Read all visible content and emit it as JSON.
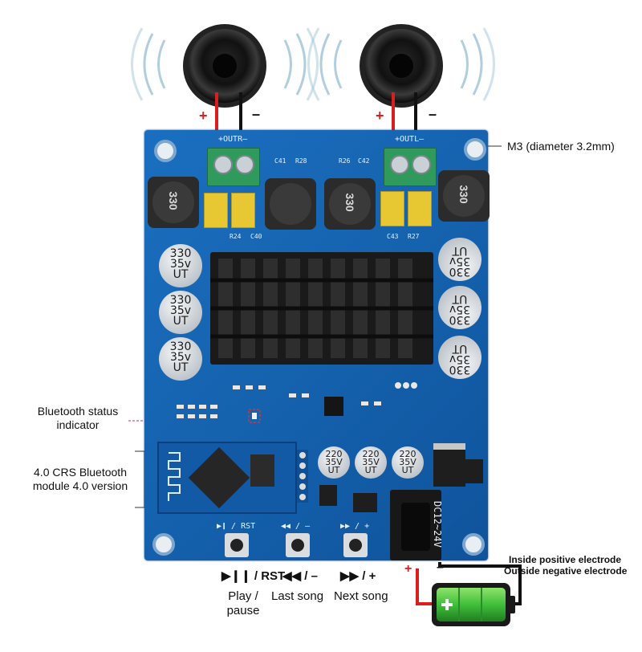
{
  "annotations": {
    "mount_hole": "M3 (diameter 3.2mm)",
    "bt_status_line1": "Bluetooth status",
    "bt_status_line2": "indicator",
    "bt_module_line1": "4.0 CRS Bluetooth",
    "bt_module_line2": "module 4.0 version",
    "electrode_inside": "Inside positive electrode",
    "electrode_outside": "Outside negative electrode"
  },
  "buttons": [
    {
      "symbol": "▶❙❙",
      "silk": "/ RST",
      "silk_board": "▶❙ / RST",
      "caption_line1": "Play /",
      "caption_line2": "pause"
    },
    {
      "symbol": "◀◀",
      "silk": "/ –",
      "silk_board": "◀◀ / –",
      "caption_line1": "Last song",
      "caption_line2": ""
    },
    {
      "symbol": "▶▶",
      "silk": "/ +",
      "silk_board": "▶▶ / +",
      "caption_line1": "Next song",
      "caption_line2": ""
    }
  ],
  "outputs": {
    "left": {
      "silk": "+OUTR–",
      "plus": "+",
      "minus": "–"
    },
    "right": {
      "silk": "+OUTL–",
      "plus": "+",
      "minus": "–"
    }
  },
  "inductor_text": "330",
  "capacitors_large": {
    "line1": "330",
    "line2": "35v",
    "line3": "UT"
  },
  "capacitors_small": {
    "line1": "220",
    "line2": "35V",
    "line3": "UT"
  },
  "power_jack": {
    "silk": "DC12~24V",
    "plus": "+",
    "minus": "–"
  },
  "silk_labels": {
    "c41": "C41",
    "r28": "R28",
    "r26": "R26",
    "c42": "C42",
    "r24": "R24",
    "c40": "C40",
    "c43": "C43",
    "r27": "R27"
  },
  "colors": {
    "pcb": "#1665b3",
    "pcb_dark": "#0e4f96",
    "terminal": "#2f9a5c",
    "heatsink": "#1a1a1a",
    "battery_green": "#3fbf3a",
    "wire_red": "#d81e1e",
    "wire_black": "#111111",
    "annotation_red": "#d0363c"
  }
}
